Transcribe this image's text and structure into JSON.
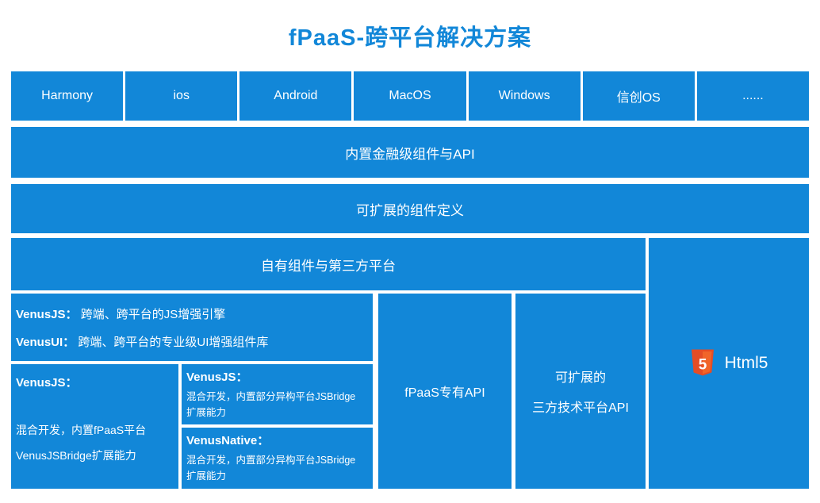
{
  "title": "fPaaS-跨平台解决方案",
  "colors": {
    "box_blue": "#1287d8",
    "title_blue": "#1287d8",
    "html5_orange": "#e44d26",
    "html5_orange_light": "#f16529",
    "text_white": "#ffffff"
  },
  "platform_row": [
    "Harmony",
    "ios",
    "Android",
    "MacOS",
    "Windows",
    "信创OS",
    "......"
  ],
  "rows": {
    "builtin_components": "内置金融级组件与API",
    "extensible_definition": "可扩展的组件定义"
  },
  "section": {
    "header": "自有组件与第三方平台",
    "venus_top": {
      "line1_label": "VenusJS：",
      "line1_text": "跨端、跨平台的JS增强引擎",
      "line2_label": "VenusUI：",
      "line2_text": "跨端、跨平台的专业级UI增强组件库"
    },
    "venus_left": {
      "label": "VenusJS：",
      "text1": "混合开发，内置fPaaS平台",
      "text2": "VenusJSBridge扩展能力"
    },
    "venus_mid_top": {
      "label": "VenusJS：",
      "text1": "混合开发，内置部分异构平台JSBridge",
      "text2": "扩展能力"
    },
    "venus_mid_bottom": {
      "label": "VenusNative：",
      "text1": "混合开发，内置部分异构平台JSBridge",
      "text2": "扩展能力"
    },
    "fpaas_api": "fPaaS专有API",
    "third_party_line1": "可扩展的",
    "third_party_line2": "三方技术平台API",
    "html5_label": "Html5",
    "html5_icon_glyph": "5"
  }
}
